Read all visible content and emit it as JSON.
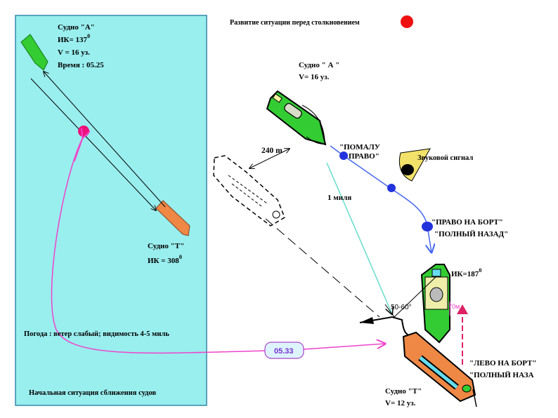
{
  "legend": {
    "label": "Развитие ситуации перед столкновением",
    "marker_color": "#ee1111"
  },
  "panel": {
    "background": "#99eeee",
    "ship_a": {
      "name": "Судно \"А\"",
      "course": "ИК= 137",
      "speed": "V = 16 уз.",
      "time": "Время : 05.25"
    },
    "ship_t": {
      "name": "Судно \"Т\"",
      "course": "ИК = 308"
    },
    "weather": "Погода : ветер слабый; видимость 4-5 миль",
    "caption": "Начальная ситуация сближения судов"
  },
  "scene": {
    "ship_a_name": "Судно \" А \"",
    "ship_a_speed": "V= 16 уз.",
    "order_1": [
      "\"ПОМАЛУ",
      "ПРАВО\""
    ],
    "sound_signal": "Звуковой сигнал",
    "distance_m": "240 m",
    "distance_mile": "1 миля",
    "order_2": [
      "\"ПРАВО НА БОРТ\"",
      "\"ПОЛНЫЙ НАЗАД\""
    ],
    "course_a2": "ИК=187",
    "angle": "50-60°",
    "seventy": "70м",
    "time_box": "05.33",
    "order_3": [
      "\"ЛЕВО НА БОРТ\"",
      "\"ПОЛНЫЙ НАЗА"
    ],
    "ship_t_name": "Судно \"Т\"",
    "ship_t_speed": "V= 12 уз."
  },
  "colors": {
    "ship_a": "#33cc33",
    "ship_t": "#ee8844",
    "track_blue": "#4466ee",
    "track_magenta": "#ee44cc"
  }
}
